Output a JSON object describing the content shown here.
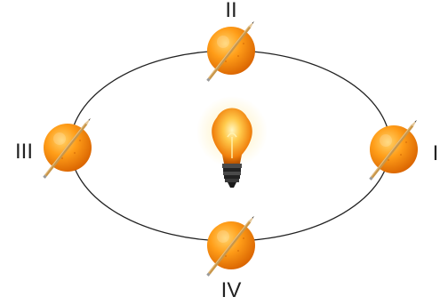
{
  "labels": {
    "position_1": "I",
    "position_2": "II",
    "position_3": "III",
    "position_4": "IV"
  },
  "icons": {
    "orange": "orange-with-pencil-axis-icon",
    "bulb": "lightbulb-icon"
  },
  "colors": {
    "orbit": "#222222",
    "orange_light": "#ffc24a",
    "orange_mid": "#ff9a10",
    "orange_dark": "#d96400",
    "pencil": "#c8964a",
    "bulb_glow": "#ffe27a",
    "bulb_glass": "#f08a12",
    "bulb_base": "#2a2a2a"
  }
}
